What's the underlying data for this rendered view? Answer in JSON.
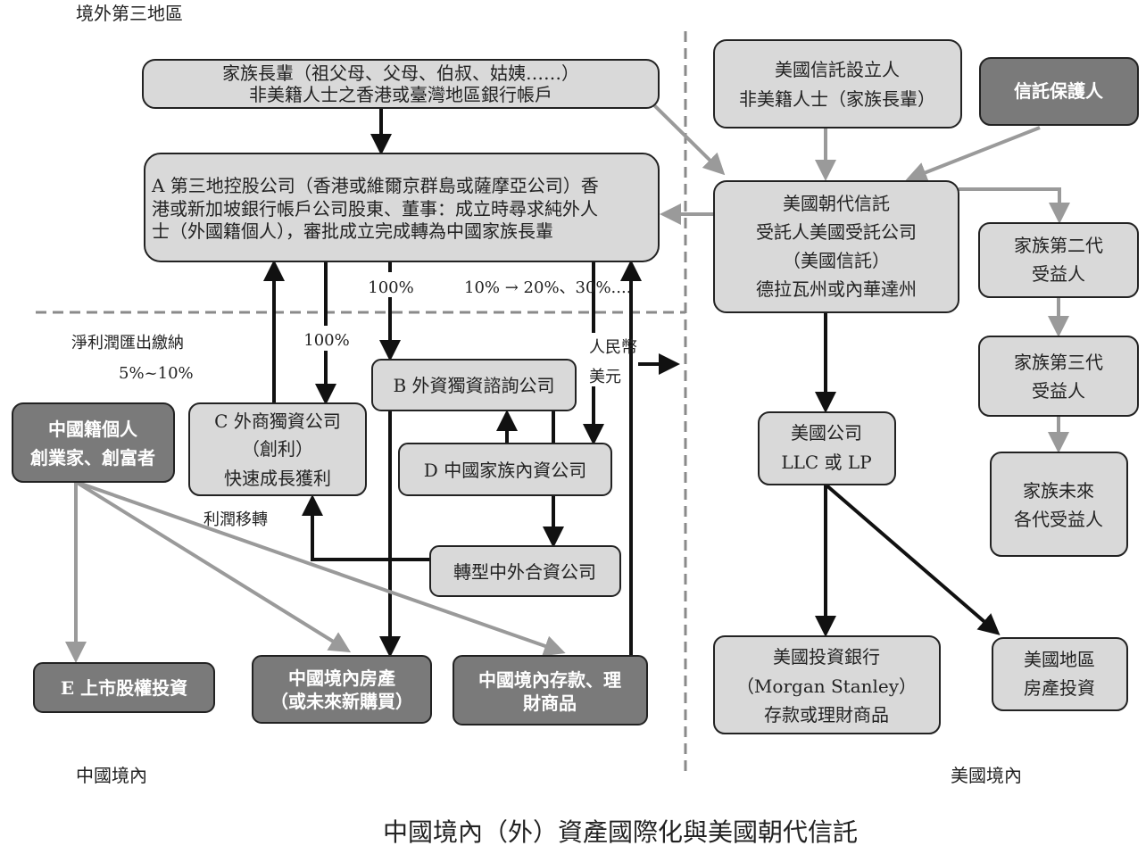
{
  "regions": {
    "offshore": "境外第三地區",
    "china": "中國境內",
    "usa": "美國境內"
  },
  "title": "中國境內（外）資產國際化與美國朝代信託",
  "nodes": {
    "elders": [
      "家族長輩（祖父母、父母、伯叔、姑姨……）",
      "非美籍人士之香港或臺灣地區銀行帳戶"
    ],
    "company_a": [
      "A 第三地控股公司（香港或維爾京群島或薩摩亞公司）香",
      "港或新加坡銀行帳戶公司股東、董事：成立時尋求純外人",
      "士（外國籍個人），審批成立完成轉為中國家族長輩"
    ],
    "company_b": [
      "B 外資獨資諮詢公司"
    ],
    "company_c": [
      "C 外商獨資公司",
      "（創利）",
      "快速成長獲利"
    ],
    "company_d": [
      "D 中國家族內資公司"
    ],
    "joint_venture": [
      "轉型中外合資公司"
    ],
    "chinese_individual": [
      "中國籍個人",
      "創業家、創富者"
    ],
    "listed_equity": [
      "E 上市股權投資"
    ],
    "real_estate_cn": [
      "中國境內房產",
      "（或未來新購買）"
    ],
    "deposits_cn": [
      "中國境內存款、理",
      "財商品"
    ],
    "trust_settlor": [
      "美國信託設立人",
      "非美籍人士（家族長輩）"
    ],
    "trust_protector": [
      "信託保護人"
    ],
    "dynasty_trust": [
      "美國朝代信託",
      "受託人美國受託公司",
      "（美國信託）",
      "德拉瓦州或內華達州"
    ],
    "gen2": [
      "家族第二代",
      "受益人"
    ],
    "gen3": [
      "家族第三代",
      "受益人"
    ],
    "future_gen": [
      "家族未來",
      "各代受益人"
    ],
    "us_company": [
      "美國公司",
      "LLC 或 LP"
    ],
    "us_bank": [
      "美國投資銀行",
      "（Morgan Stanley）",
      "存款或理財商品"
    ],
    "us_real_estate": [
      "美國地區",
      "房產投資"
    ]
  },
  "edge_labels": {
    "pct_c": "100%",
    "pct_b": "100%",
    "pct_d": "10% → 20%、30%....",
    "remit": "淨利潤匯出繳納",
    "remit_rate": "5%~10%",
    "profit_transfer": "利潤移轉",
    "rmb": "人民幣",
    "usd": "美元"
  },
  "colors": {
    "light_box": "#d9d9d9",
    "dark_box": "#7a7a7a",
    "black_arrow": "#111111",
    "gray_arrow": "#9a9a9a"
  }
}
